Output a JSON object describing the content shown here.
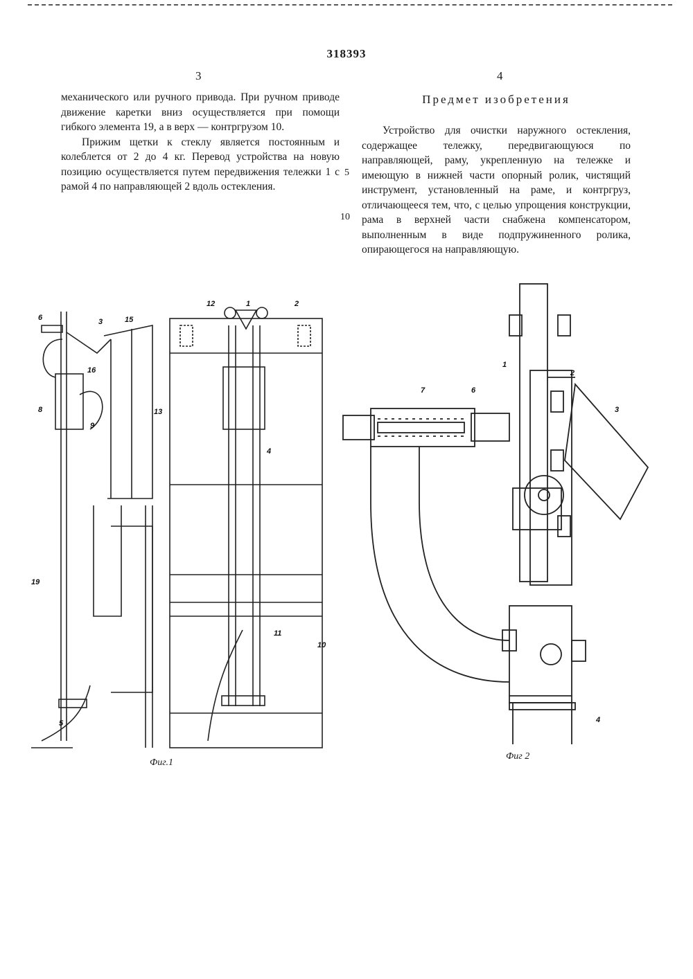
{
  "header": {
    "patent_number": "318393",
    "column_left_number": "3",
    "column_right_number": "4"
  },
  "left_column": {
    "paragraph_1": "механического или ручного привода. При ручном приводе движение каретки вниз осуществляется при помощи гибкого элемента 19, а в верх — контргрузом 10.",
    "paragraph_2": "Прижим щетки к стеклу является постоянным и колеблется от 2 до 4 кг. Перевод устройства на новую позицию осуществляется путем передвижения тележки 1 с рамой 4 по направляющей 2 вдоль остекления."
  },
  "right_column": {
    "title": "Предмет изобретения",
    "claim": "Устройство для очистки наружного остекления, содержащее тележку, передвигающуюся по направляющей, раму, укрепленную на тележке и имеющую в нижней части опорный ролик, чистящий инструмент, установленный на раме, и контргруз, отличающееся тем, что, с целью упрощения конструкции, рама в верхней части снабжена компенсатором, выполненным в виде подпружиненного ролика, опирающегося на направляющую."
  },
  "line_numbers": [
    "5",
    "10"
  ],
  "figures": {
    "fig1": {
      "caption": "Фиг.1",
      "labels": [
        "1",
        "2",
        "3",
        "4",
        "5",
        "6",
        "8",
        "9",
        "10",
        "11",
        "12",
        "13",
        "15",
        "16",
        "19"
      ]
    },
    "fig2": {
      "caption": "Фиг 2",
      "labels": [
        "1",
        "2",
        "3",
        "4",
        "6",
        "7"
      ]
    }
  }
}
